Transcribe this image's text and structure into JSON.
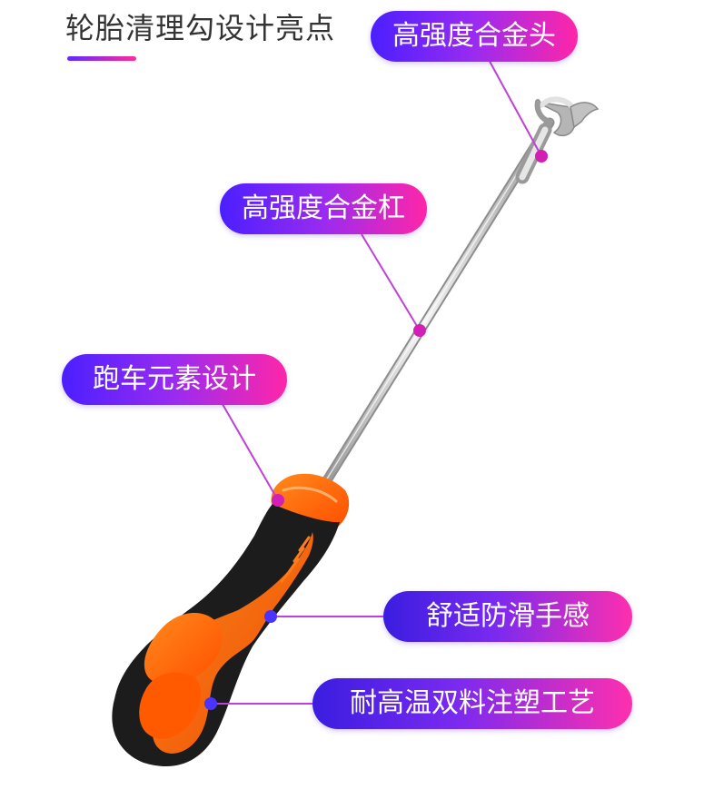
{
  "page": {
    "title": "轮胎清理勾设计亮点",
    "accent_gradient": [
      "#5b2cff",
      "#ff2d9a"
    ]
  },
  "callouts": [
    {
      "id": "head",
      "label": "高强度合金头"
    },
    {
      "id": "rod",
      "label": "高强度合金杠"
    },
    {
      "id": "sport",
      "label": "跑车元素设计"
    },
    {
      "id": "grip",
      "label": "舒适防滑手感"
    },
    {
      "id": "molding",
      "label": "耐高温双料注塑工艺"
    }
  ],
  "product": {
    "handle_colors": [
      "#ff6a00",
      "#1a1a1a"
    ],
    "rod_color": "#c8c8c8"
  }
}
